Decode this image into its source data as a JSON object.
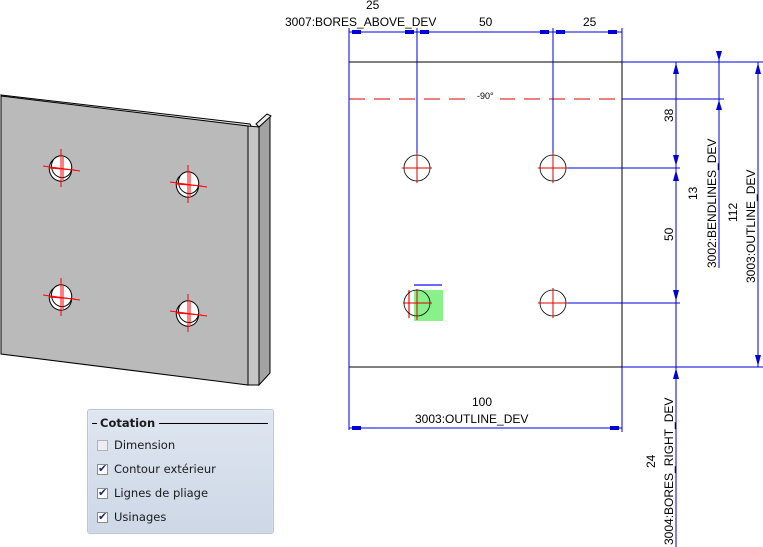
{
  "drawing": {
    "top_dimensions": {
      "label": "3007:BORES_ABOVE_DEV",
      "values": [
        "25",
        "50",
        "25"
      ]
    },
    "bend_line_angle": "-90°",
    "right_dimensions": {
      "bores": {
        "values": [
          "38",
          "50"
        ]
      },
      "bendlines": {
        "value": "13",
        "label": "3002:BENDLINES_DEV"
      },
      "outline": {
        "value": "112",
        "label": "3003:OUTLINE_DEV"
      }
    },
    "bottom_dimension": {
      "value": "100",
      "label": "3003:OUTLINE_DEV"
    },
    "bores_right": {
      "value": "24",
      "label": "3004:BORES_RIGHT_DEV"
    },
    "colors": {
      "dimension": "#0000d8",
      "bend_line": "#e00000",
      "outline": "#000000",
      "selection": "#7cf07c"
    }
  },
  "panel": {
    "title": "Cotation",
    "options": [
      {
        "label": "Dimension",
        "checked": false
      },
      {
        "label": "Contour extérieur",
        "checked": true
      },
      {
        "label": "Lignes de pliage",
        "checked": true
      },
      {
        "label": "Usinages",
        "checked": true
      }
    ],
    "check_glyph": "✔"
  }
}
